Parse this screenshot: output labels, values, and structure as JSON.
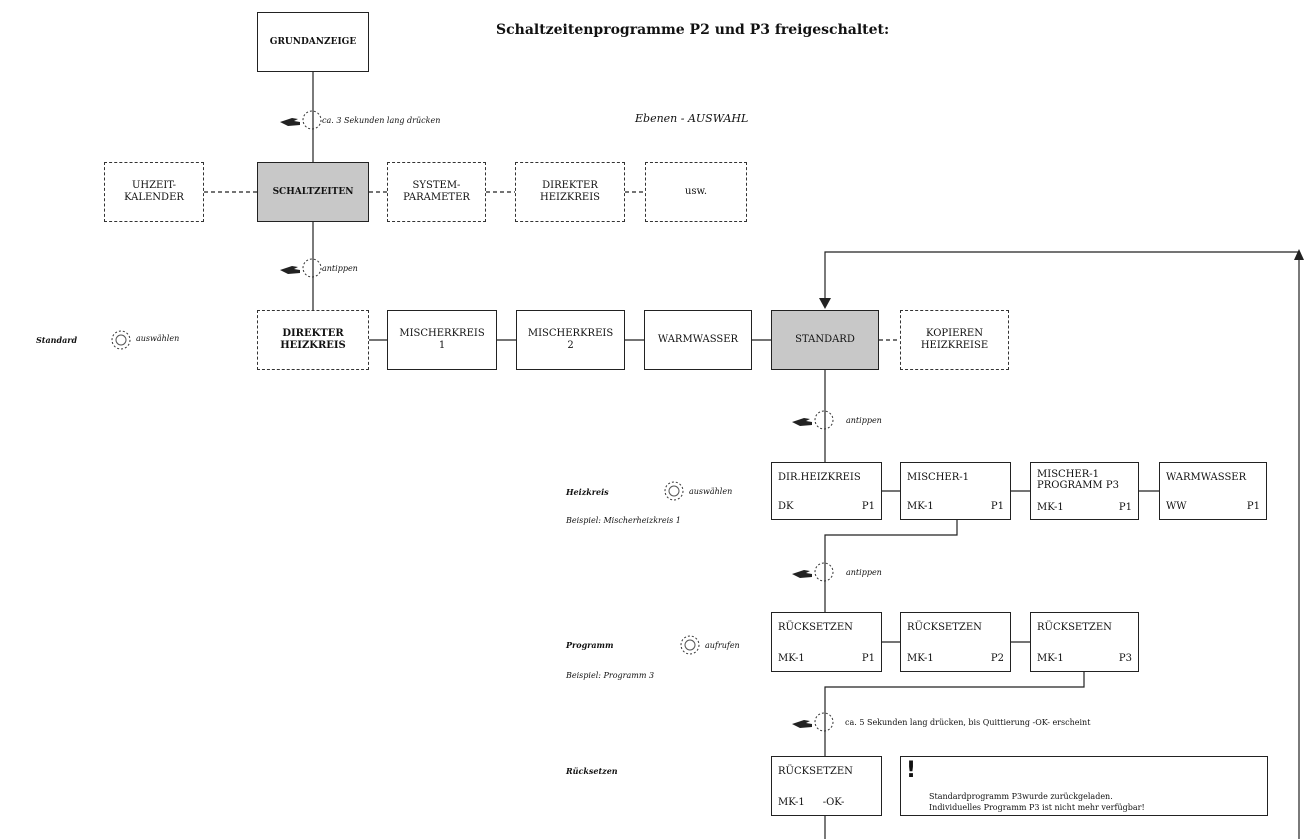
{
  "title": "Schaltzeitenprogramme P2 und P3 freigeschaltet:",
  "ebenen_label": "Ebenen - AUSWAHL",
  "top": {
    "grundanzeige": "GRUNDANZEIGE",
    "press3": "ca. 3 Sekunden lang drücken",
    "uhrzeit": "UHZEIT-\nKALENDER",
    "schaltzeiten": "SCHALTZEITEN",
    "system": "SYSTEM-\nPARAMETER",
    "direkter": "DIREKTER\nHEIZKREIS",
    "usw": "usw.",
    "antippen": "antippen"
  },
  "row2": {
    "label": "Standard",
    "action": "auswählen",
    "direkter": "DIREKTER\nHEIZKREIS",
    "mk1": "MISCHERKREIS\n1",
    "mk2": "MISCHERKREIS\n2",
    "ww": "WARMWASSER",
    "standard": "STANDARD",
    "kopieren": "KOPIEREN\nHEIZKREISE"
  },
  "step_antippen": "antippen",
  "heizkreis": {
    "label": "Heizkreis",
    "action": "auswählen",
    "example": "Beispiel: Mischerheizkreis 1",
    "boxes": [
      {
        "l1": "DIR.HEIZKREIS",
        "a": "DK",
        "b": "P1"
      },
      {
        "l1": "MISCHER-1",
        "a": "MK-1",
        "b": "P1"
      },
      {
        "l1": "MISCHER-1\nPROGRAMM P3",
        "a": "MK-1",
        "b": "P1"
      },
      {
        "l1": "WARMWASSER",
        "a": "WW",
        "b": "P1"
      }
    ]
  },
  "step_antippen2": "antippen",
  "programm": {
    "label": "Programm",
    "action": "aufrufen",
    "example": "Beispiel: Programm 3",
    "boxes": [
      {
        "l1": "RÜCKSETZEN",
        "a": "MK-1",
        "b": "P1"
      },
      {
        "l1": "RÜCKSETZEN",
        "a": "MK-1",
        "b": "P2"
      },
      {
        "l1": "RÜCKSETZEN",
        "a": "MK-1",
        "b": "P3"
      }
    ]
  },
  "press5": "ca. 5 Sekunden lang drücken, bis Quittierung -OK- erscheint",
  "ruecksetzen": {
    "label": "Rücksetzen",
    "box": {
      "l1": "RÜCKSETZEN",
      "a": "MK-1",
      "b": "-OK-"
    },
    "note": "Standardprogramm P3wurde zurückgeladen.\nIndividuelles Programm P3 ist nicht mehr verfügbar!"
  },
  "icons": [
    "hand-press-icon",
    "knob-dial-icon",
    "warning-exclamation-icon",
    "arrow-down-icon",
    "arrow-up-icon"
  ]
}
